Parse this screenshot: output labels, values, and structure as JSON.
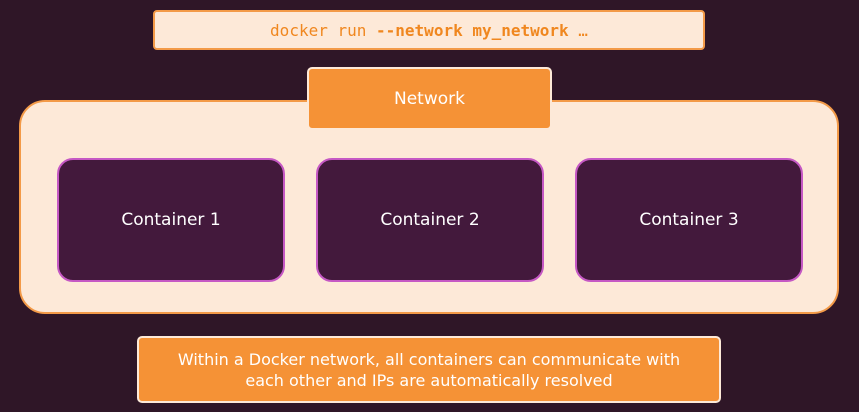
{
  "command": {
    "prefix": "docker run ",
    "flag": "--network my_network",
    "suffix": " …"
  },
  "network": {
    "label": "Network"
  },
  "containers": [
    {
      "label": "Container 1"
    },
    {
      "label": "Container 2"
    },
    {
      "label": "Container 3"
    }
  ],
  "note": {
    "text": "Within a Docker network, all containers can communicate with each other and IPs are automatically resolved"
  },
  "colors": {
    "background": "#2f1627",
    "accent": "#f59236",
    "light": "#fde9d8",
    "container": "#43193c",
    "container_border": "#c558c4"
  }
}
